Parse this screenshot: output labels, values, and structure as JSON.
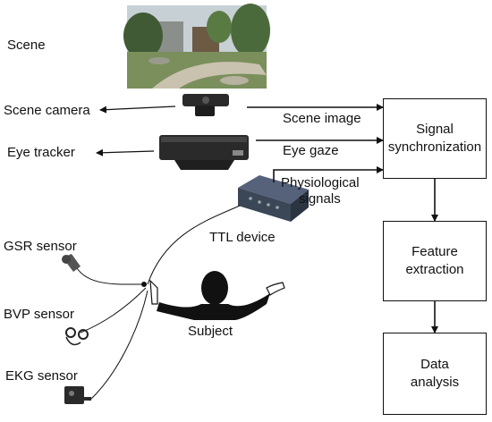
{
  "labels": {
    "scene": "Scene",
    "scene_camera": "Scene camera",
    "eye_tracker": "Eye tracker",
    "gsr_sensor": "GSR sensor",
    "bvp_sensor": "BVP sensor",
    "ekg_sensor": "EKG sensor",
    "scene_image": "Scene image",
    "eye_gaze": "Eye gaze",
    "physiological_line1": "Physiological",
    "physiological_line2": "signals",
    "ttl_device": "TTL device",
    "subject": "Subject"
  },
  "boxes": {
    "sync": [
      "Signal",
      "synchronization"
    ],
    "feature": [
      "Feature",
      "extraction"
    ],
    "data": [
      "Data",
      "analysis"
    ]
  },
  "colors": {
    "stroke": "#111111",
    "device_dark": "#2a2a2a",
    "ttl_device": "#3b4656",
    "scene_sky": "#dfe6ea",
    "scene_tree": "#3f5a35",
    "scene_path": "#c9c2ae"
  },
  "icons": [
    "scene-photo",
    "scene-camera-icon",
    "eye-tracker-icon",
    "ttl-device-icon",
    "gsr-sensor-icon",
    "bvp-sensor-icon",
    "ekg-sensor-icon",
    "subject-silhouette-icon"
  ]
}
